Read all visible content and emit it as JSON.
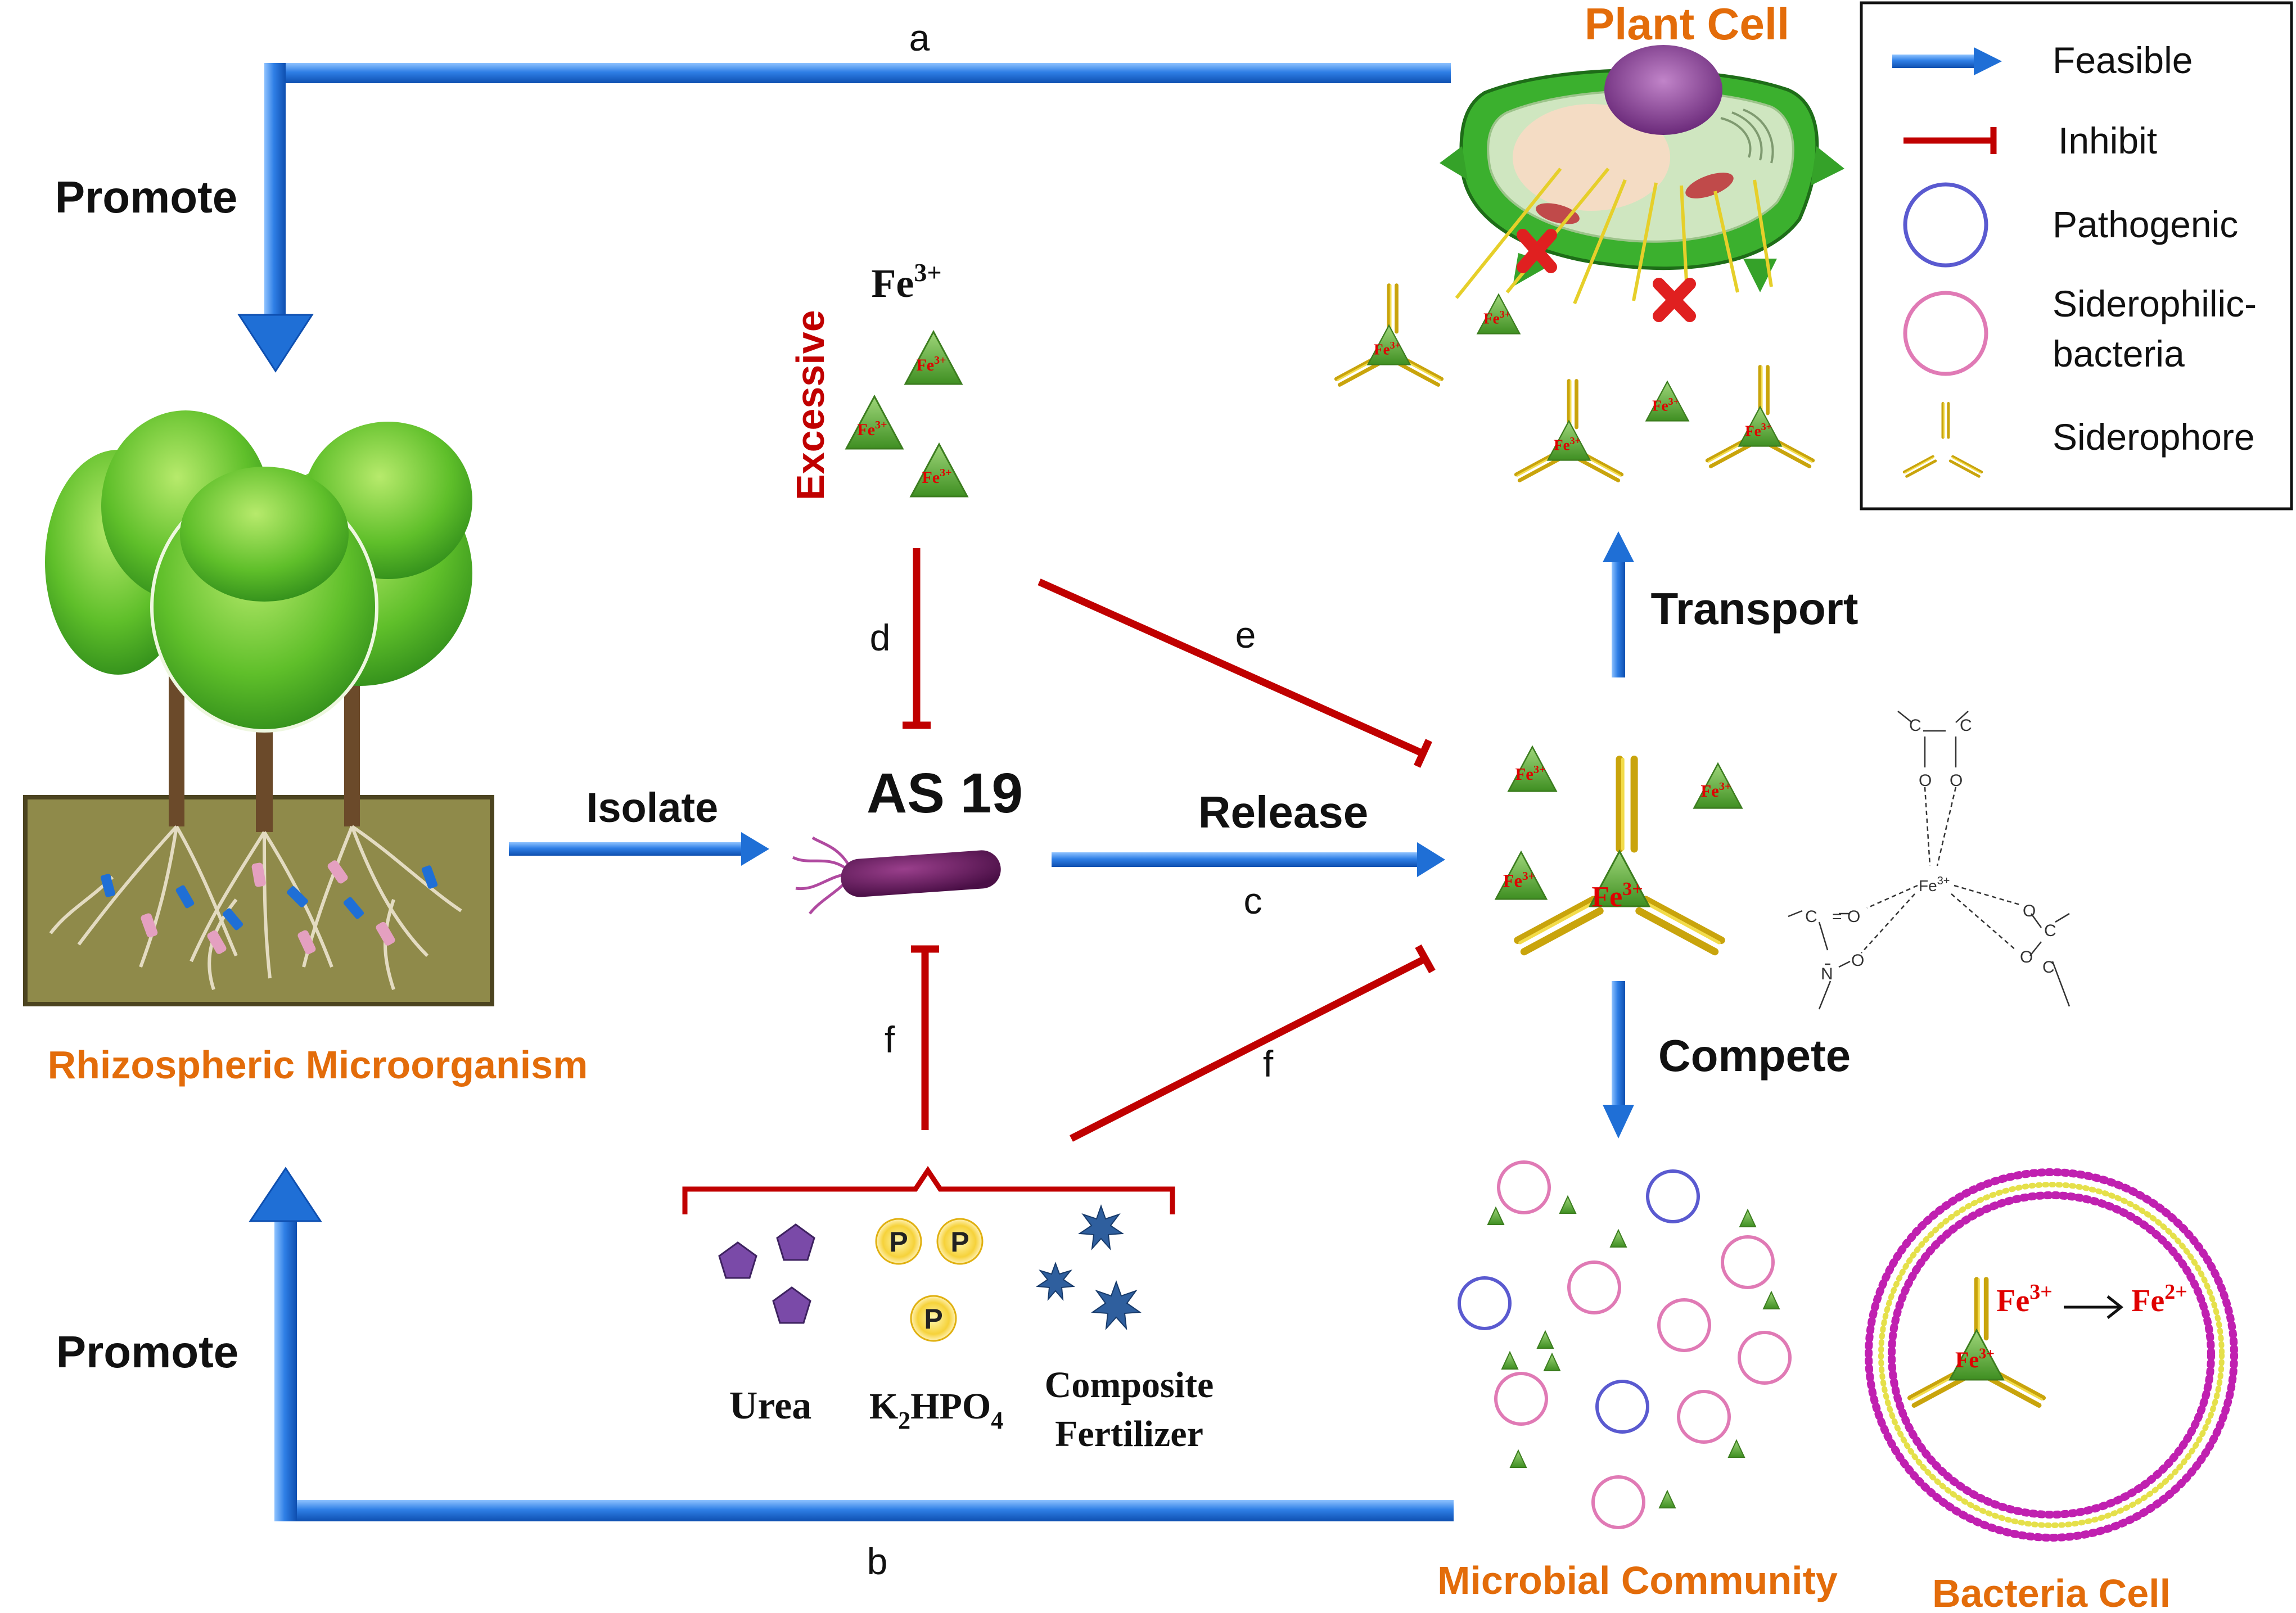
{
  "colors": {
    "feasible_arrow": "#1f6fd6",
    "inhibit": "#c00000",
    "pathogenic": "#5a5ad0",
    "siderophilic": "#e07ab5",
    "siderophore": "#e2c21a",
    "iron": "#5fae3a",
    "label_orange": "#e36c0a"
  },
  "nodes": {
    "plant_cell": "Plant Cell",
    "rhizosphere": "Rhizospheric Microorganism",
    "strain": "AS 19",
    "microbial_community": "Microbial Community",
    "bacteria_cell": "Bacteria Cell",
    "iron_label": "Fe",
    "iron_sup": "3+",
    "excessive": "Excessive"
  },
  "actions": {
    "promote_top": "Promote",
    "promote_bottom": "Promote",
    "isolate": "Isolate",
    "release": "Release",
    "transport": "Transport",
    "compete": "Compete"
  },
  "letters": {
    "a": "a",
    "b": "b",
    "c": "c",
    "d": "d",
    "e": "e",
    "f1": "f",
    "f2": "f"
  },
  "fertilizers": {
    "urea": "Urea",
    "k2hpo4_parts": [
      "K",
      "2",
      "HPO",
      "4"
    ],
    "composite_line1": "Composite",
    "composite_line2": "Fertilizer",
    "p_symbol": "P"
  },
  "fe_tokens": {
    "fe3_base": "Fe",
    "fe3_sup": "3+",
    "fe2_base": "Fe",
    "fe2_sup": "2+"
  },
  "chem": {
    "c": "C",
    "o": "O",
    "n": "N",
    "fe_center": "Fe",
    "fe_center_sup": "3+",
    "double_bond": "="
  },
  "legend": {
    "feasible": "Feasible",
    "inhibit": "Inhibit",
    "pathogenic": "Pathogenic",
    "siderophilic_line1": "Siderophilic-",
    "siderophilic_line2": "bacteria",
    "siderophore": "Siderophore"
  }
}
